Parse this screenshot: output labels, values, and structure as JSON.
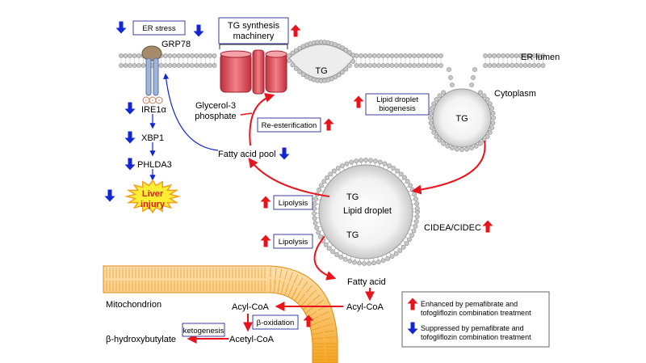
{
  "colors": {
    "enhanced": "#e8141b",
    "suppressed": "#1326d6",
    "box_border": "#3b3f9e",
    "membrane_gray": "#9a9a9a",
    "mito_orange": "#f5a623",
    "tg_machinery": "#e04a55",
    "injury_fill": "#ffee33",
    "injury_text": "#d61e16"
  },
  "labels": {
    "er_stress": "ER stress",
    "grp78": "GRP78",
    "tg_synthesis": "TG synthesis\nmachinery",
    "er_lumen": "ER lumen",
    "cytoplasm": "Cytoplasm",
    "tg_er": "TG",
    "tg_bud": "TG",
    "lipid_droplet_biogenesis": "Lipid droplet\nbiogenesis",
    "glycerol3p": "Glycerol-3\nphosphate",
    "re_esterification": "Re-esterification",
    "ire1a": "IRE1α",
    "xbp1": "XBP1",
    "phlda3": "PHLDA3",
    "liver_injury": "Liver\ninjury",
    "fatty_acid_pool": "Fatty acid pool",
    "lipolysis_1": "Lipolysis",
    "lipolysis_2": "Lipolysis",
    "tg_ld_top": "TG",
    "tg_ld_bottom": "TG",
    "lipid_droplet": "Lipid droplet",
    "cidea_cidec": "CIDEA/CIDEC",
    "fatty_acid": "Fatty acid",
    "mitochondrion": "Mitochondrion",
    "acyl_coa_right": "Acyl-CoA",
    "acyl_coa_left": "Acyl-CoA",
    "beta_oxidation": "β-oxidation",
    "ketogenesis": "ketogenesis",
    "acetyl_coa": "Acetyl-CoA",
    "beta_hydroxybutylate": "β-hydroxybutylate"
  },
  "legend": {
    "enhanced": "Enhanced by pemafibrate and\ntofogliflozin combination treatment",
    "suppressed": "Suppressed by pemafibrate and\ntofogliflozin combination treatment"
  }
}
